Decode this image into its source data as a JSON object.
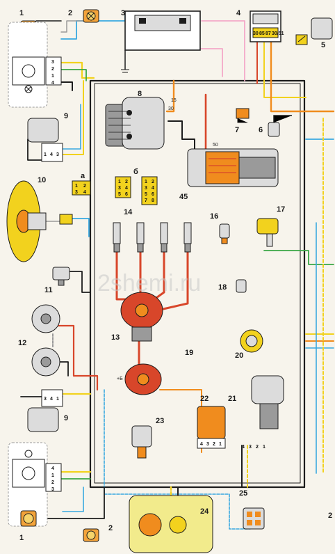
{
  "watermark": "2shemi.ru",
  "page_marker": "2",
  "components": [
    {
      "id": "1a",
      "number": "1"
    },
    {
      "id": "2a",
      "number": "2"
    },
    {
      "id": "3",
      "number": "3"
    },
    {
      "id": "4",
      "number": "4"
    },
    {
      "id": "5",
      "number": "5"
    },
    {
      "id": "6",
      "number": "6"
    },
    {
      "id": "7",
      "number": "7"
    },
    {
      "id": "8",
      "number": "8"
    },
    {
      "id": "9a",
      "number": "9"
    },
    {
      "id": "10",
      "number": "10"
    },
    {
      "id": "11",
      "number": "11"
    },
    {
      "id": "12",
      "number": "12"
    },
    {
      "id": "13",
      "number": "13"
    },
    {
      "id": "14",
      "number": "14"
    },
    {
      "id": "15",
      "number": "45"
    },
    {
      "id": "16",
      "number": "16"
    },
    {
      "id": "17",
      "number": "17"
    },
    {
      "id": "18",
      "number": "18"
    },
    {
      "id": "19",
      "number": "19"
    },
    {
      "id": "20",
      "number": "20"
    },
    {
      "id": "21",
      "number": "21"
    },
    {
      "id": "22",
      "number": "22"
    },
    {
      "id": "23",
      "number": "23"
    },
    {
      "id": "24",
      "number": "24"
    },
    {
      "id": "25",
      "number": "25"
    },
    {
      "id": "9b",
      "number": "9"
    },
    {
      "id": "1b",
      "number": "1"
    },
    {
      "id": "2b",
      "number": "2"
    }
  ],
  "connector_labels": {
    "a": "а",
    "b": "б",
    "t15": "15",
    "t30": "30",
    "t50": "50",
    "plus_b": "+Б",
    "relay_pins": [
      "30",
      "85",
      "87",
      "30/51"
    ],
    "a_block": [
      "1",
      "2",
      "3",
      "4"
    ],
    "b_block1": [
      "1",
      "2",
      "3",
      "4",
      "5",
      "6"
    ],
    "b_block2": [
      "1",
      "2",
      "3",
      "4",
      "5",
      "6",
      "7",
      "8"
    ],
    "headlight_top_pins": [
      "3",
      "2",
      "1",
      "4"
    ],
    "headlight_bottom_pins": [
      "4",
      "1",
      "2",
      "3"
    ],
    "washer_top_pins": [
      "1",
      "4",
      "3"
    ],
    "washer_bottom_pins": [
      "3",
      "4",
      "1"
    ],
    "reg_pins": [
      "4",
      "3",
      "2",
      "1"
    ],
    "wiper_pins": [
      "4",
      "3",
      "2",
      "1"
    ]
  },
  "colors": {
    "black": "#1c1c1c",
    "red": "#d8462a",
    "orange": "#f08c1e",
    "yellow": "#f2d21e",
    "blue": "#39a8e0",
    "green": "#3aa646",
    "pink": "#f3a9c8",
    "grey": "#9a9a9a",
    "white": "#ffffff",
    "housing": "#dcdcdc",
    "bulb": "#f3a33a"
  }
}
